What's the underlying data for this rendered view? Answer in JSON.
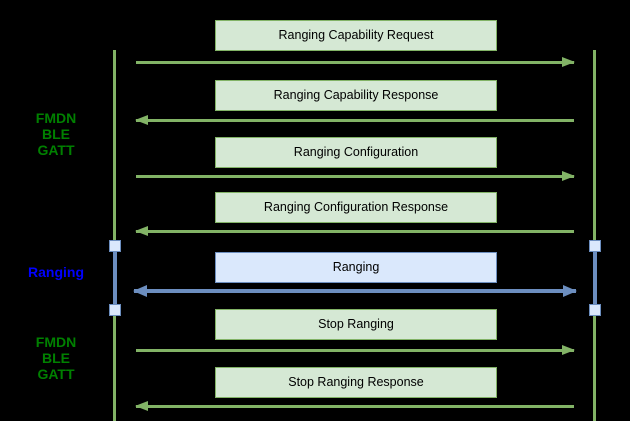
{
  "diagram": {
    "type": "sequence-diagram",
    "background": "#000000",
    "phase_labels": [
      {
        "id": "fmdn-ble-gatt-top",
        "lines": [
          "FMDN",
          "BLE",
          "GATT"
        ],
        "color": "#008000"
      },
      {
        "id": "ranging",
        "lines": [
          "Ranging"
        ],
        "color": "#0000ff"
      },
      {
        "id": "fmdn-ble-gatt-bottom",
        "lines": [
          "FMDN",
          "BLE",
          "GATT"
        ],
        "color": "#008000"
      }
    ],
    "messages": [
      {
        "label": "Ranging Capability Request",
        "direction": "right",
        "scheme": "green"
      },
      {
        "label": "Ranging Capability Response",
        "direction": "left",
        "scheme": "green"
      },
      {
        "label": "Ranging Configuration",
        "direction": "right",
        "scheme": "green"
      },
      {
        "label": "Ranging Configuration Response",
        "direction": "left",
        "scheme": "green"
      },
      {
        "label": "Ranging",
        "direction": "both",
        "scheme": "blue"
      },
      {
        "label": "Stop Ranging",
        "direction": "right",
        "scheme": "green"
      },
      {
        "label": "Stop Ranging Response",
        "direction": "left",
        "scheme": "green"
      }
    ],
    "colors": {
      "green_fill": "#d5e8d4",
      "green_stroke": "#82b366",
      "blue_fill": "#dae8fc",
      "blue_stroke": "#6c8ebf",
      "label_green": "#008000",
      "label_blue": "#0000ff",
      "message_text": "#000000"
    },
    "lifelines": {
      "count": 2,
      "color": "#82b366"
    }
  }
}
